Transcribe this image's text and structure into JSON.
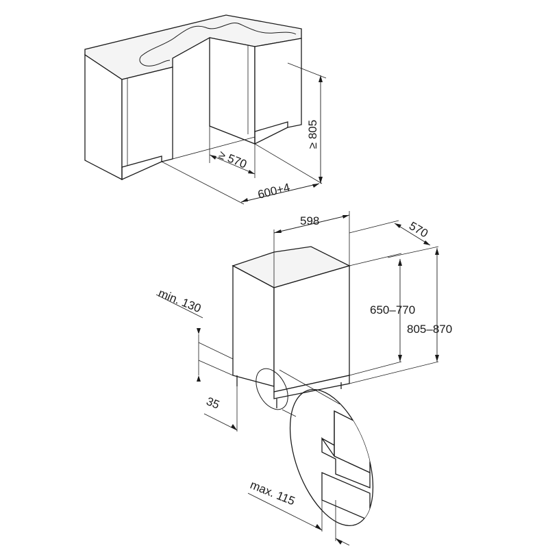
{
  "dimensions": {
    "cabinet_height": "≥ 805",
    "cabinet_depth": "≥ 570",
    "niche_width": "600+4",
    "appliance_width": "598",
    "appliance_depth": "570",
    "door_height_range": "650–770",
    "total_height_range": "805–870",
    "plinth_min": "min. 130",
    "foot_height": "35",
    "plinth_max_depth": "max. 115"
  },
  "colors": {
    "line": "#1a1a1a",
    "background": "#ffffff",
    "countertop": "#f4f4f4"
  }
}
